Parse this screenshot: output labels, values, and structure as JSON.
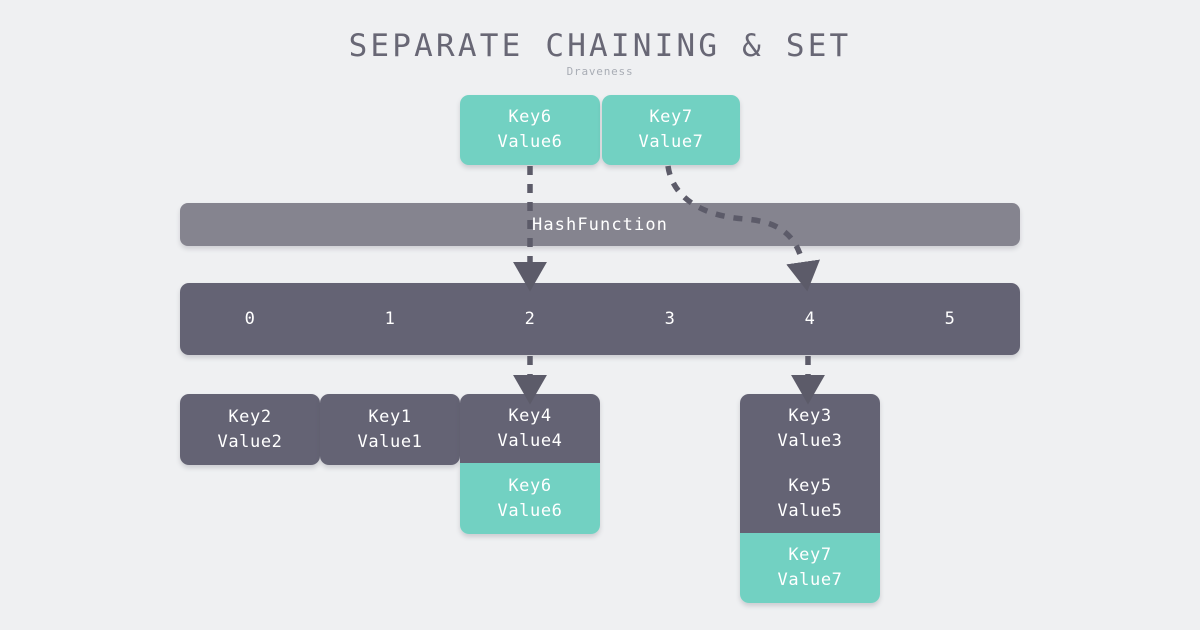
{
  "header": {
    "title": "SEPARATE CHAINING & SET",
    "subtitle": "Draveness"
  },
  "colors": {
    "background": "#eff0f2",
    "title_text": "#686775",
    "subtitle_text": "#a9adb5",
    "dark_node": "#646374",
    "hash_bar": "#85848f",
    "green_node": "#72d1c2",
    "arrow": "#5c5b69",
    "node_text": "#ffffff"
  },
  "inputs": [
    {
      "key": "Key6",
      "value": "Value6",
      "color": "green"
    },
    {
      "key": "Key7",
      "value": "Value7",
      "color": "green"
    }
  ],
  "hash_function": {
    "label": "HashFunction"
  },
  "bucket_array": {
    "indices": [
      "0",
      "1",
      "2",
      "3",
      "4",
      "5"
    ]
  },
  "chains": [
    {
      "bucket_index": "0",
      "slots": [
        {
          "key": "Key2",
          "value": "Value2",
          "color": "dark"
        }
      ]
    },
    {
      "bucket_index": "1",
      "slots": [
        {
          "key": "Key1",
          "value": "Value1",
          "color": "dark"
        }
      ]
    },
    {
      "bucket_index": "2",
      "slots": [
        {
          "key": "Key4",
          "value": "Value4",
          "color": "dark"
        },
        {
          "key": "Key6",
          "value": "Value6",
          "color": "green"
        }
      ]
    },
    {
      "bucket_index": "4",
      "slots": [
        {
          "key": "Key3",
          "value": "Value3",
          "color": "dark"
        },
        {
          "key": "Key5",
          "value": "Value5",
          "color": "dark"
        },
        {
          "key": "Key7",
          "value": "Value7",
          "color": "green"
        }
      ]
    }
  ],
  "arrows": [
    {
      "from": "Key6",
      "to_bucket": "2",
      "style": "dashed-straight"
    },
    {
      "from": "Key7",
      "to_bucket": "4",
      "style": "dashed-curved"
    },
    {
      "from": "bucket-2",
      "to": "chain-2",
      "style": "dashed-straight"
    },
    {
      "from": "bucket-4",
      "to": "chain-4",
      "style": "dashed-straight"
    }
  ]
}
